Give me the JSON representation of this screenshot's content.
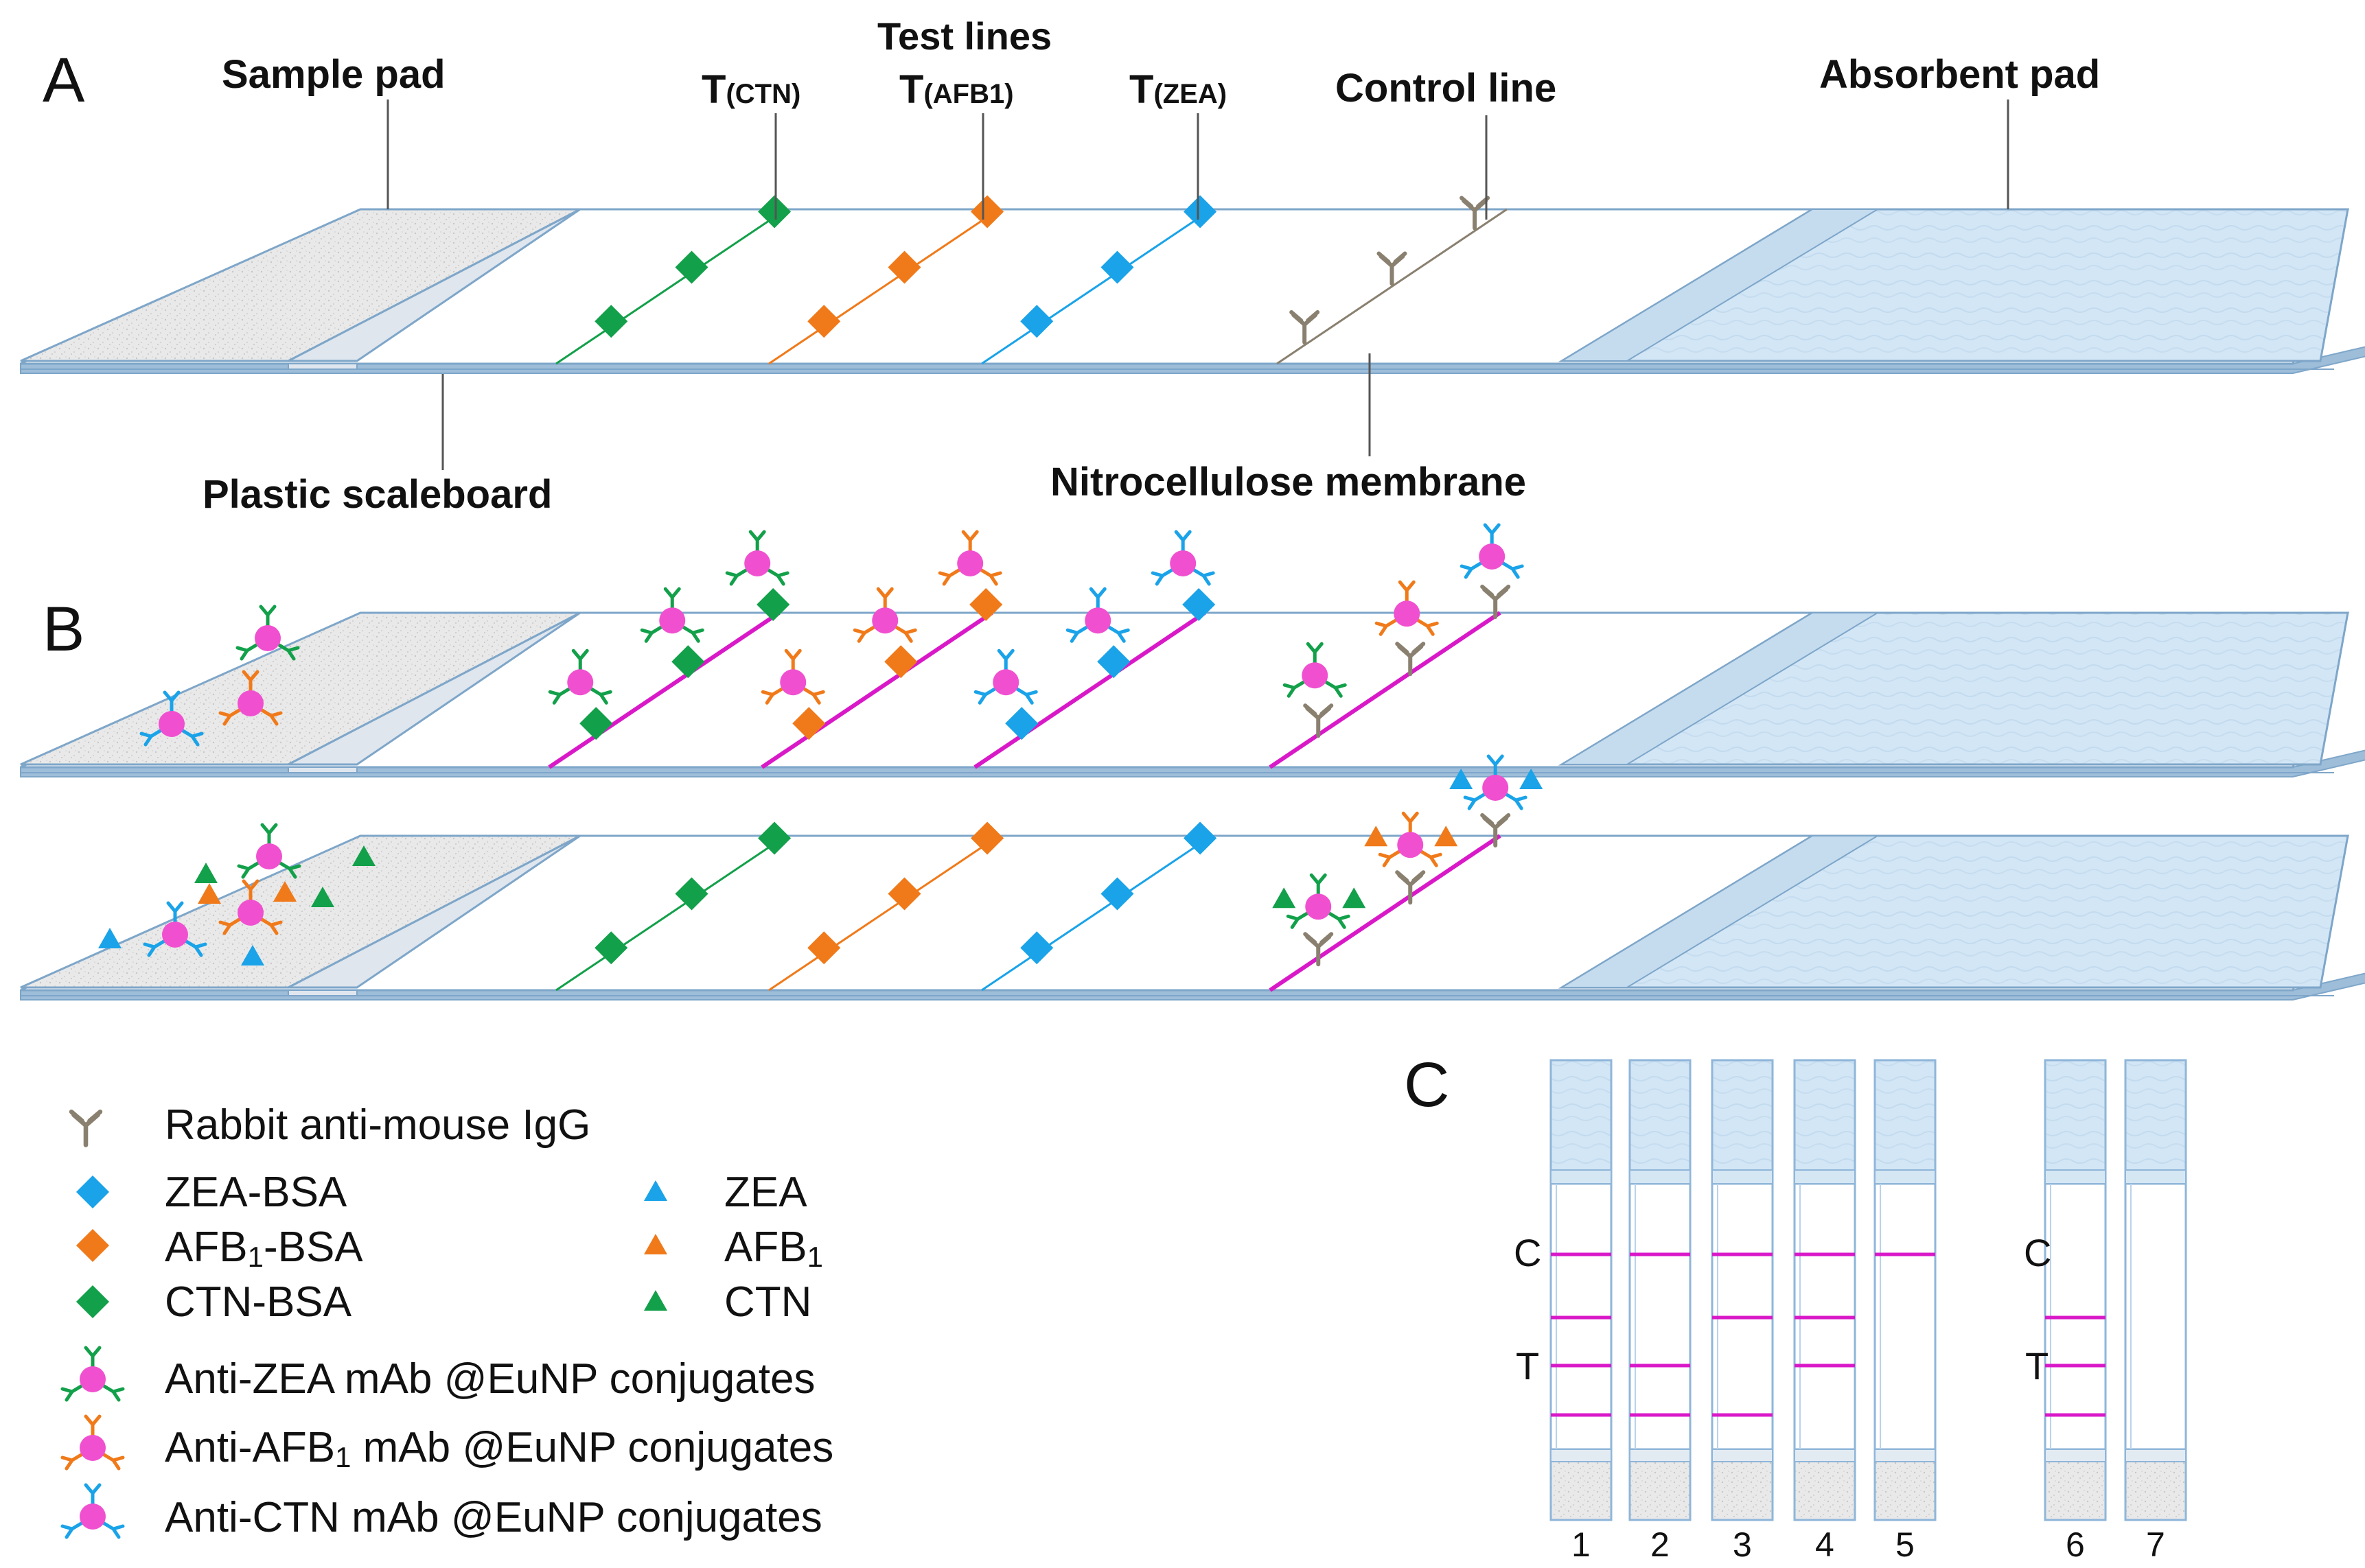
{
  "panels": {
    "a": "A",
    "b": "B",
    "c": "C"
  },
  "strip_labels": {
    "sample_pad": "Sample pad",
    "test_lines": "Test lines",
    "t_ctn_main": "T",
    "t_ctn_sub": "(CTN)",
    "t_afb1_main": "T",
    "t_afb1_sub": "(AFB1)",
    "t_zea_main": "T",
    "t_zea_sub": "(ZEA)",
    "control_line": "Control line",
    "absorbent_pad": "Absorbent pad",
    "plastic_scaleboard": "Plastic scaleboard",
    "nitrocellulose": "Nitrocellulose membrane"
  },
  "legend": {
    "igg": "Rabbit anti-mouse IgG",
    "zea_bsa": "ZEA-BSA",
    "afb1_bsa_a": "AFB",
    "afb1_bsa_sub": "1",
    "afb1_bsa_b": "-BSA",
    "ctn_bsa": "CTN-BSA",
    "zea": "ZEA",
    "afb1_a": "AFB",
    "afb1_sub": "1",
    "ctn": "CTN",
    "anti_zea": "Anti-ZEA  mAb @EuNP conjugates",
    "anti_afb1_a": "Anti-AFB",
    "anti_afb1_sub": "1",
    "anti_afb1_b": " mAb @EuNP conjugates",
    "anti_ctn": "Anti-CTN mAb @EuNP conjugates"
  },
  "panel_c": {
    "c_label": "C",
    "t_label": "T",
    "lanes": [
      "1",
      "2",
      "3",
      "4",
      "5",
      "6",
      "7"
    ]
  },
  "colors": {
    "zea": "#1aa3e8",
    "afb1": "#f07a1a",
    "ctn": "#13a04a",
    "igg": "#8a8070",
    "euNP": "#f050d0",
    "line_magenta": "#d919c8",
    "pad_blue": "#cfe3f3",
    "strip_edge": "#7ea6c9"
  }
}
